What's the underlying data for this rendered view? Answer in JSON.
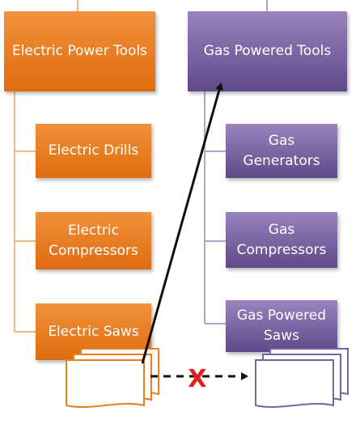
{
  "colors": {
    "orange": "#e8801e",
    "purple": "#7a62a6",
    "line_orange": "#efb98a",
    "line_purple": "#b3a3cf",
    "arrow": "#111111",
    "cross": "#e0211f"
  },
  "electric": {
    "title": "Electric Power Tools",
    "items": [
      "Electric Drills",
      "Electric Compressors",
      "Electric Saws"
    ]
  },
  "gas": {
    "title": "Gas Powered Tools",
    "items": [
      "Gas Generators",
      "Gas Compressors",
      "Gas Powered Saws"
    ]
  },
  "marks": {
    "blocked": "X"
  }
}
